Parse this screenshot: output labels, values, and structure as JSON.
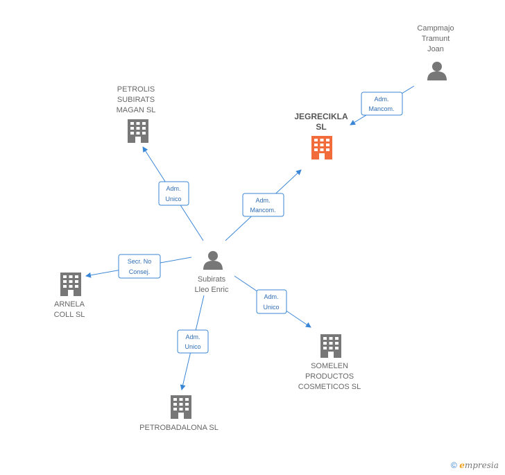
{
  "nodes": {
    "campmajo": {
      "lines": [
        "Campmajo",
        "Tramunt",
        "Joan"
      ],
      "kind": "person"
    },
    "jegrecikla": {
      "lines": [
        "JEGRECIKLA",
        "SL"
      ],
      "kind": "company-main",
      "color": "#f26b3a"
    },
    "petrolis": {
      "lines": [
        "PETROLIS",
        "SUBIRATS",
        "MAGAN  SL"
      ],
      "kind": "company"
    },
    "subirats": {
      "lines": [
        "Subirats",
        "Lleo Enric"
      ],
      "kind": "person"
    },
    "arnela": {
      "lines": [
        "ARNELA",
        "COLL  SL"
      ],
      "kind": "company"
    },
    "somelen": {
      "lines": [
        "SOMELEN",
        "PRODUCTOS",
        "COSMETICOS SL"
      ],
      "kind": "company"
    },
    "petrobadalona": {
      "lines": [
        "PETROBADALONA SL"
      ],
      "kind": "company"
    }
  },
  "edges": {
    "campmajo_jegrecikla": [
      "Adm.",
      "Mancom."
    ],
    "subirats_petrolis": [
      "Adm.",
      "Unico"
    ],
    "subirats_jegrecikla": [
      "Adm.",
      "Mancom."
    ],
    "subirats_arnela": [
      "Secr.  No",
      "Consej."
    ],
    "subirats_somelen": [
      "Adm.",
      "Unico"
    ],
    "subirats_petrobadalona": [
      "Adm.",
      "Unico"
    ]
  },
  "colors": {
    "edge": "#3a86d6",
    "icon": "#777777",
    "main_company": "#f26b3a"
  },
  "footer": {
    "copyright": "©",
    "brand_first": "e",
    "brand_rest": "mpresia"
  }
}
